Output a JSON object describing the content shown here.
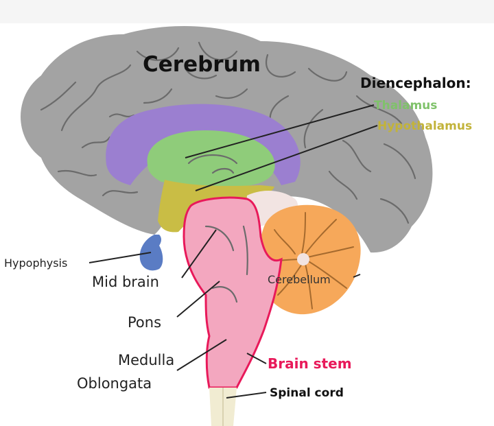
{
  "labels": {
    "cerebrum": "Cerebrum",
    "diencephalon": "Diencephalon:",
    "thalamus": "Thalamus",
    "hypothalamus": "Hypothalamus",
    "hypophysis": "Hypophysis",
    "mid_brain": "Mid brain",
    "pons": "Pons",
    "medulla_line1": "Medulla",
    "medulla_line2": "Oblongata",
    "cerebellum": "Cerebellum",
    "brain_stem": "Brain stem",
    "spinal_cord": "Spinal cord"
  },
  "colors": {
    "cerebrum": "#a3a3a3",
    "limbic_region": "#9b7fd0",
    "thalamus": "#8fcc7a",
    "hypothalamus": "#c9bd45",
    "hypophysis": "#5a7cc4",
    "brain_stem": "#f3a7bf",
    "brain_stem_outline": "#e8195a",
    "cerebellum": "#f6a85a",
    "spinal_cord": "#f1ecd2",
    "thalamus_label": "#7fc26a",
    "hypothalamus_label": "#c2b33a",
    "brain_stem_label": "#e8195a"
  }
}
